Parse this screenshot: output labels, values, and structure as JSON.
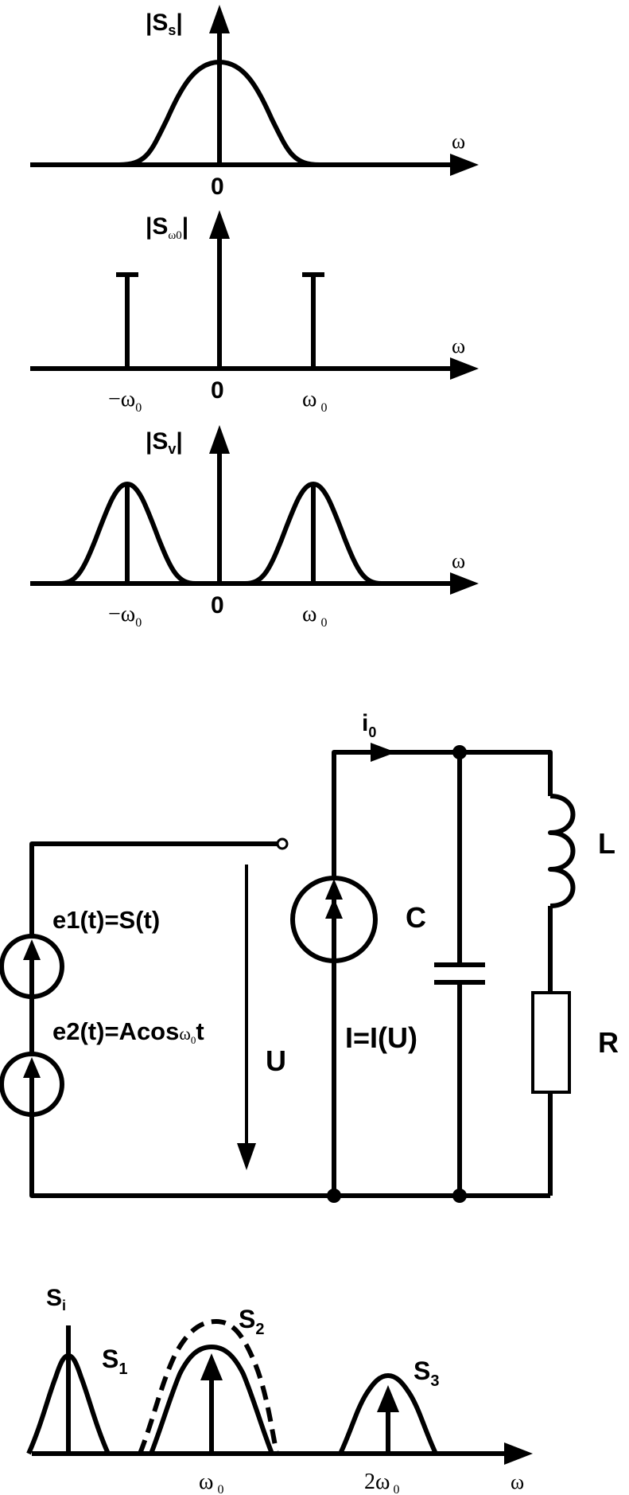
{
  "spectrum_ss": {
    "ylabel_main": "|S",
    "ylabel_sub": "s",
    "ylabel_end": "|",
    "xlabel": "ω",
    "zero": "0"
  },
  "spectrum_sw0": {
    "ylabel_main": "|S",
    "ylabel_sub": "ω0",
    "ylabel_end": "|",
    "xlabel": "ω",
    "zero": "0",
    "neg_w0": "−ω",
    "pos_w0": "ω",
    "sub0": "0"
  },
  "spectrum_sv": {
    "ylabel_main": "|S",
    "ylabel_sub": "v",
    "ylabel_end": "|",
    "xlabel": "ω",
    "zero": "0",
    "neg_w0": "−ω",
    "pos_w0": "ω",
    "sub0": "0"
  },
  "circuit": {
    "i0_main": "i",
    "i0_sub": "0",
    "e1": "e1(t)=S(t)",
    "e2_main": "e2(t)=Acos",
    "e2_w": "ω",
    "e2_sub": "0",
    "e2_t": "t",
    "U": "U",
    "C": "C",
    "L": "L",
    "R": "R",
    "I": "I=I(U)"
  },
  "spectrum_si": {
    "ylabel_main": "S",
    "ylabel_sub": "i",
    "s1_main": "S",
    "s1_sub": "1",
    "s2_main": "S",
    "s2_sub": "2",
    "s3_main": "S",
    "s3_sub": "3",
    "xlabel": "ω",
    "w0": "ω",
    "w0_sub": "0",
    "two_w0": "2ω",
    "two_w0_sub": "0"
  }
}
